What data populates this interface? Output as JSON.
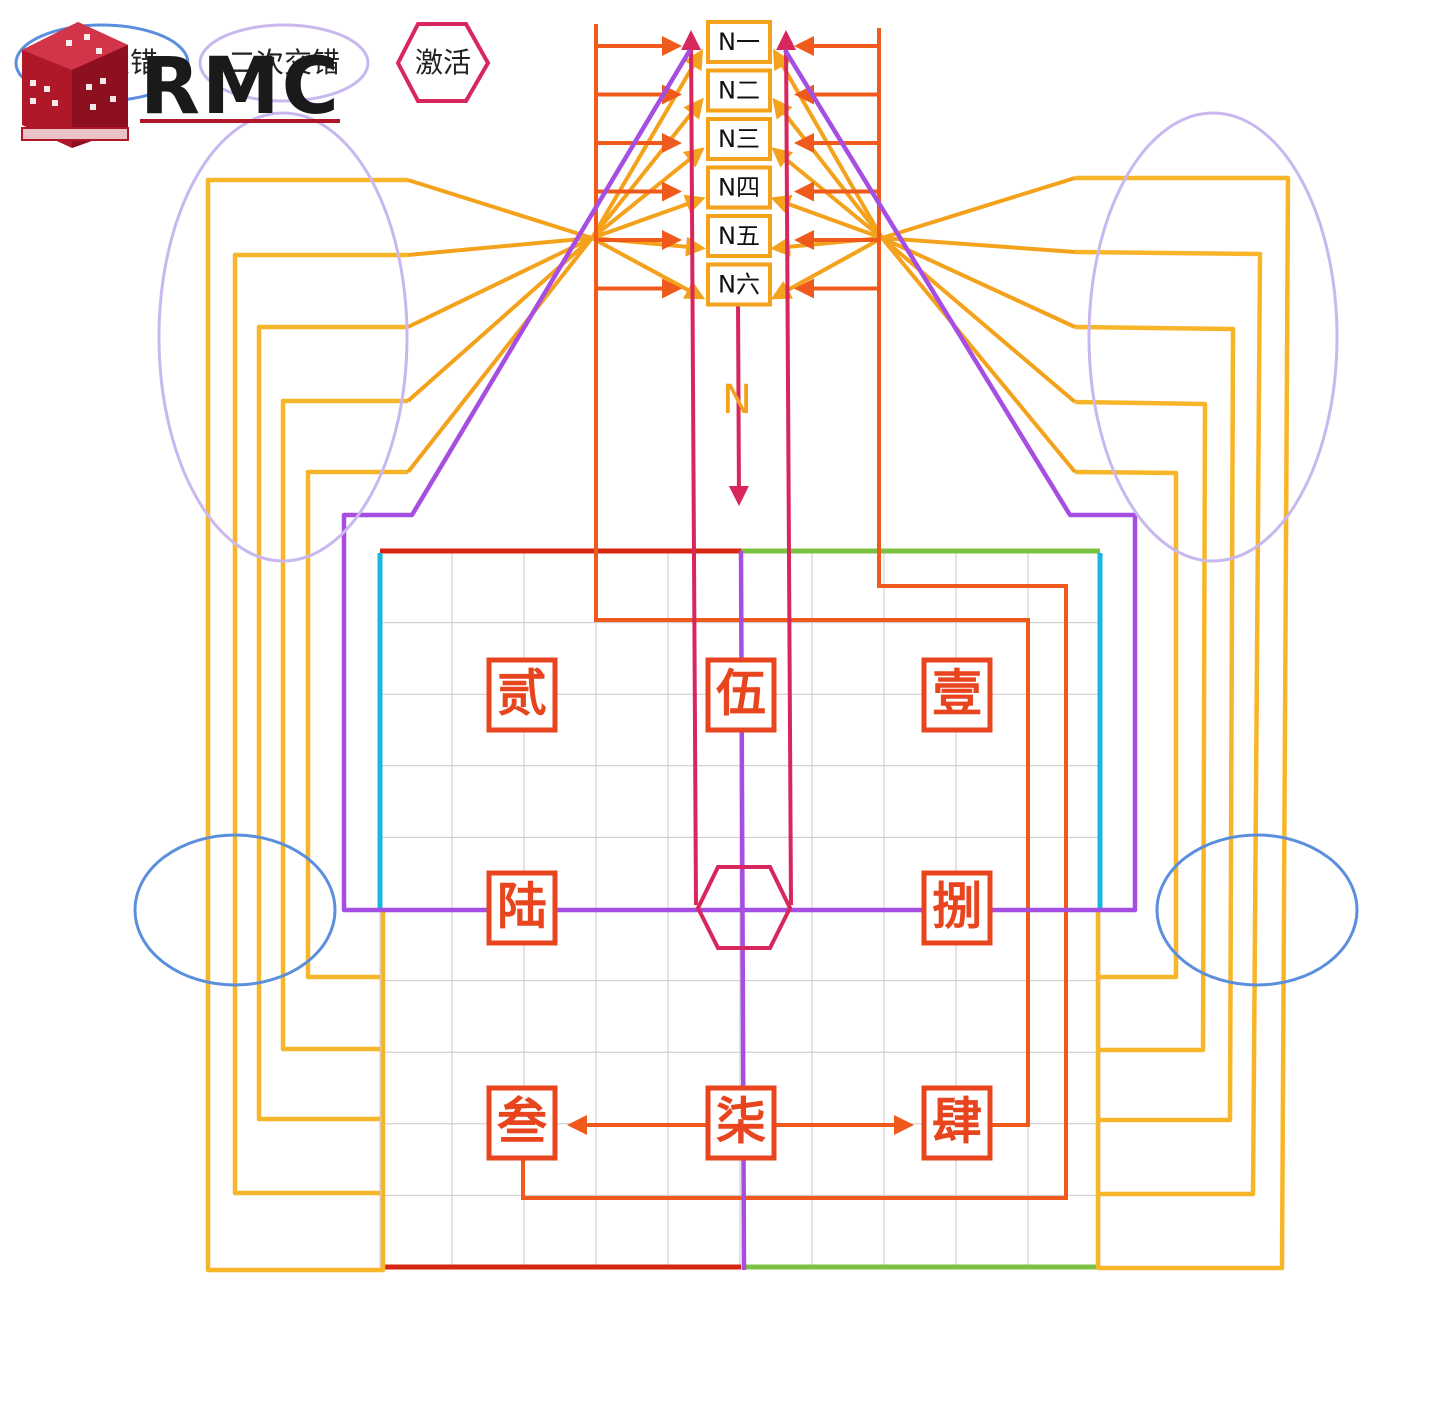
{
  "logo": {
    "text": "RMC"
  },
  "legend": {
    "items": [
      {
        "label": "一次交错",
        "shape": "ellipse",
        "color": "#5b8fde"
      },
      {
        "label": "二次交错",
        "shape": "ellipse",
        "color": "#c9b8f0"
      },
      {
        "label": "激活",
        "shape": "hexagon",
        "color": "#d0245a"
      }
    ]
  },
  "n_stack": {
    "labels": [
      "N一",
      "N二",
      "N三",
      "N四",
      "N五",
      "N六"
    ],
    "border_color": "#f4a21c"
  },
  "direction_label": "N",
  "positions": [
    {
      "id": "2",
      "label": "贰"
    },
    {
      "id": "5",
      "label": "伍"
    },
    {
      "id": "1",
      "label": "壹"
    },
    {
      "id": "6",
      "label": "陆"
    },
    {
      "id": "8",
      "label": "捌"
    },
    {
      "id": "3",
      "label": "叁"
    },
    {
      "id": "7",
      "label": "柒"
    },
    {
      "id": "4",
      "label": "肆"
    }
  ],
  "colors": {
    "red": "#d62612",
    "green": "#7cc242",
    "cyan": "#1cb5e0",
    "yellow": "#f7b52a",
    "orange": "#f4a21c",
    "orange_red": "#ef5a1c",
    "purple": "#a64ee2",
    "crimson": "#d8275c",
    "ellipse_blue": "#5b8fde",
    "ellipse_lavender": "#c9b8f0",
    "grid": "#c8c8c8"
  }
}
